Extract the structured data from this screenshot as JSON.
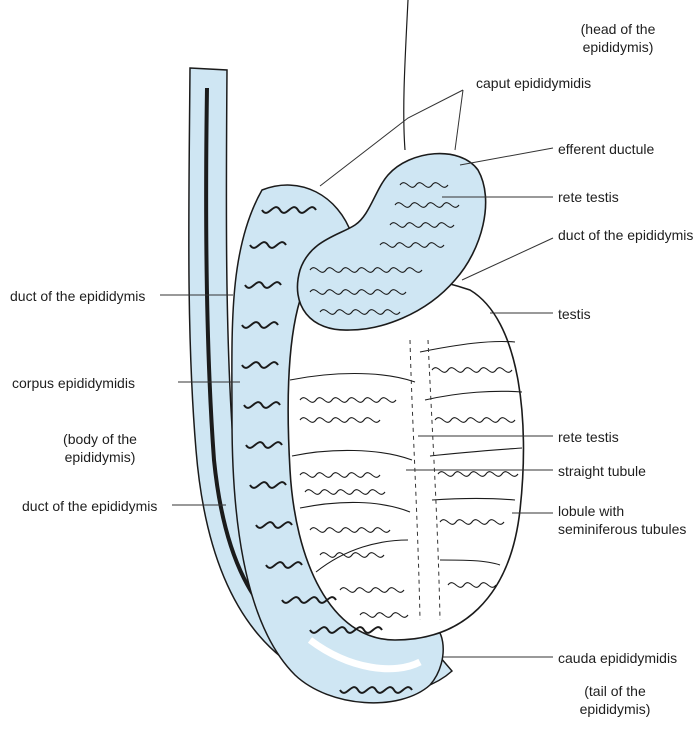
{
  "labels": {
    "head_paren_1": "(head of the",
    "head_paren_2": "epididymis)",
    "caput": "caput epididymidis",
    "efferent": "efferent ductule",
    "rete_top": "rete testis",
    "duct_right": "duct of the epididymis",
    "testis": "testis",
    "duct_left_upper": "duct of the epididymis",
    "corpus": "corpus epididymidis",
    "body_paren_1": "(body of the",
    "body_paren_2": "epididymis)",
    "rete_mid": "rete testis",
    "straight": "straight tubule",
    "duct_left_lower": "duct of the epididymis",
    "lobule_1": "lobule with",
    "lobule_2": "seminiferous tubules",
    "cauda": "cauda epididymidis",
    "tail_paren_1": "(tail of the",
    "tail_paren_2": "epididymis)"
  },
  "colors": {
    "fill_blue": "#cfe6f3",
    "stroke": "#1b1b1b",
    "leader": "#333333"
  }
}
